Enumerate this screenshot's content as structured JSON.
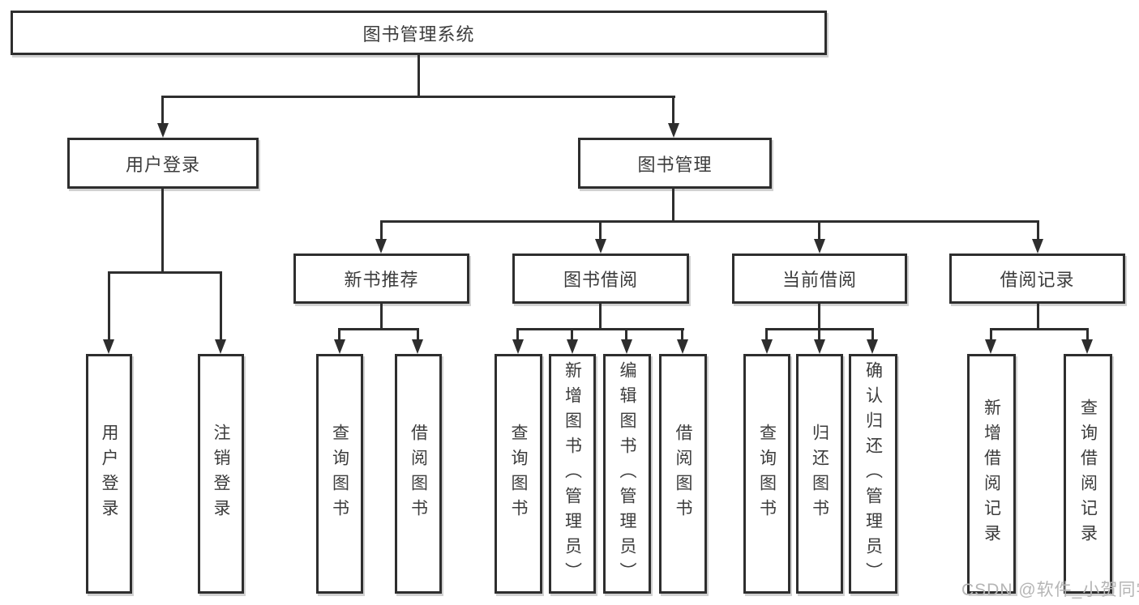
{
  "colors": {
    "line": "#2e2e2e",
    "text": "#3c3c3c",
    "box_fill": "#ffffff",
    "background": "#ffffff",
    "watermark": "#b5b5b5"
  },
  "watermark": {
    "text": "CSDN @软件_小贺同学"
  },
  "chart_type": "hierarchy-diagram",
  "tree": {
    "root": "图书管理系统",
    "children": [
      {
        "label": "用户登录",
        "children": [
          {
            "label": "用户登录"
          },
          {
            "label": "注销登录"
          }
        ]
      },
      {
        "label": "图书管理",
        "children": [
          {
            "label": "新书推荐",
            "children": [
              {
                "label": "查询图书"
              },
              {
                "label": "借阅图书"
              }
            ]
          },
          {
            "label": "图书借阅",
            "children": [
              {
                "label": "查询图书"
              },
              {
                "label": "新增图书（管理员）"
              },
              {
                "label": "编辑图书（管理员）"
              },
              {
                "label": "借阅图书"
              }
            ]
          },
          {
            "label": "当前借阅",
            "children": [
              {
                "label": "查询图书"
              },
              {
                "label": "归还图书"
              },
              {
                "label": "确认归还（管理员）"
              }
            ]
          },
          {
            "label": "借阅记录",
            "children": [
              {
                "label": "新增借阅记录"
              },
              {
                "label": "查询借阅记录"
              }
            ]
          }
        ]
      }
    ]
  }
}
